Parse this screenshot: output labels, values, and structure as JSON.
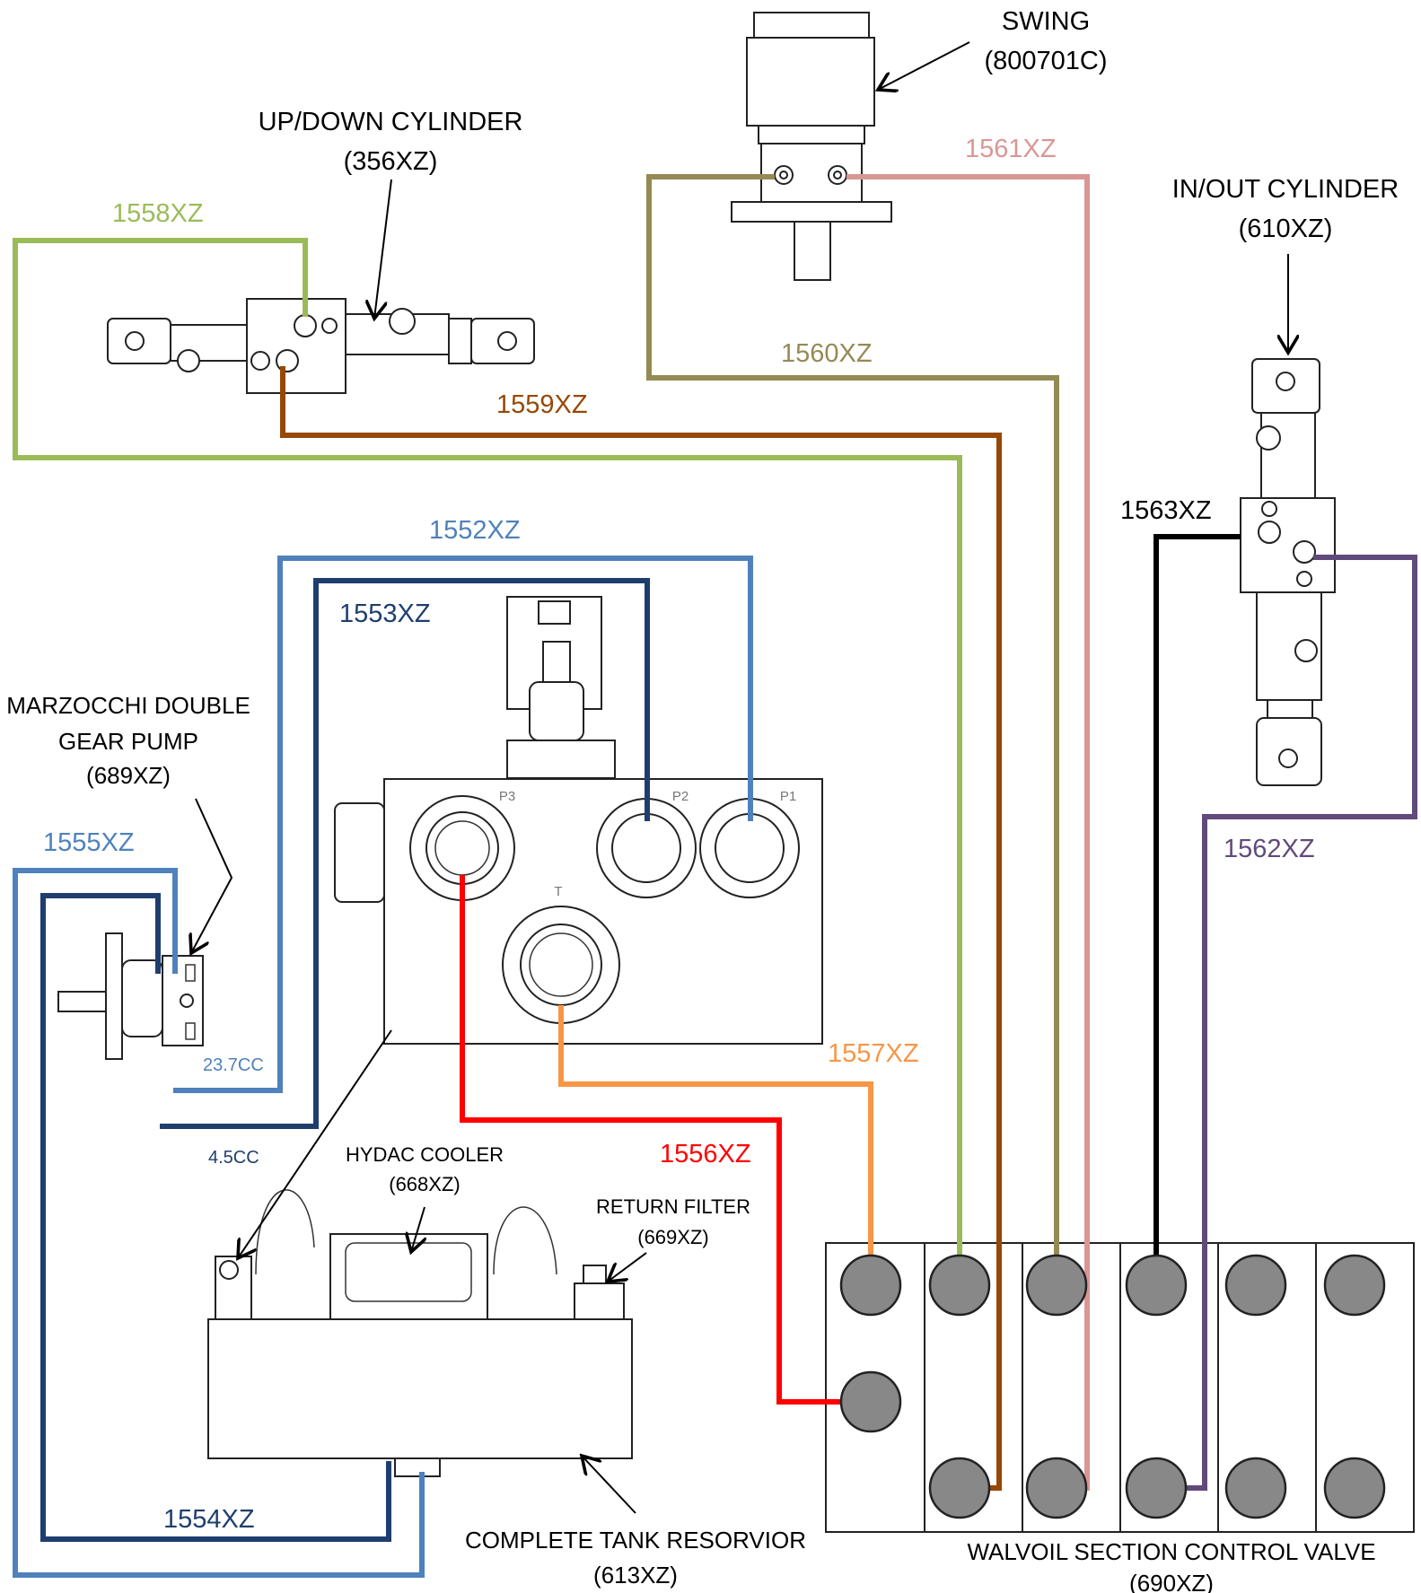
{
  "components": {
    "swing": {
      "name": "SWING",
      "code": "(800701C)"
    },
    "updown": {
      "name": "UP/DOWN CYLINDER",
      "code": "(356XZ)"
    },
    "inout": {
      "name": "IN/OUT CYLINDER",
      "code": "(610XZ)"
    },
    "pump": {
      "name_line1": "MARZOCCHI DOUBLE",
      "name_line2": "GEAR PUMP",
      "code": "(689XZ)",
      "cc_large": "23.7CC",
      "cc_small": "4.5CC"
    },
    "manifold": {
      "port_p3": "P3",
      "port_p2": "P2",
      "port_p1": "P1",
      "port_t": "T"
    },
    "cooler": {
      "name": "HYDAC COOLER",
      "code": "(668XZ)"
    },
    "filter": {
      "name": "RETURN FILTER",
      "code": "(669XZ)"
    },
    "tank": {
      "name": "COMPLETE TANK RESORVIOR",
      "code": "(613XZ)"
    },
    "valve": {
      "name": "WALVOIL SECTION CONTROL VALVE",
      "code": "(690XZ)"
    }
  },
  "hoses": [
    {
      "id": "1552XZ",
      "color": "#4f81bd"
    },
    {
      "id": "1553XZ",
      "color": "#1f3e6e"
    },
    {
      "id": "1554XZ",
      "color": "#1f3e6e"
    },
    {
      "id": "1555XZ",
      "color": "#4f81bd"
    },
    {
      "id": "1556XZ",
      "color": "#ff0000"
    },
    {
      "id": "1557XZ",
      "color": "#f79646"
    },
    {
      "id": "1558XZ",
      "color": "#9bbb59"
    },
    {
      "id": "1559XZ",
      "color": "#974806"
    },
    {
      "id": "1560XZ",
      "color": "#948a54"
    },
    {
      "id": "1561XZ",
      "color": "#d99694"
    },
    {
      "id": "1562XZ",
      "color": "#604a7b"
    },
    {
      "id": "1563XZ",
      "color": "#000000"
    }
  ]
}
